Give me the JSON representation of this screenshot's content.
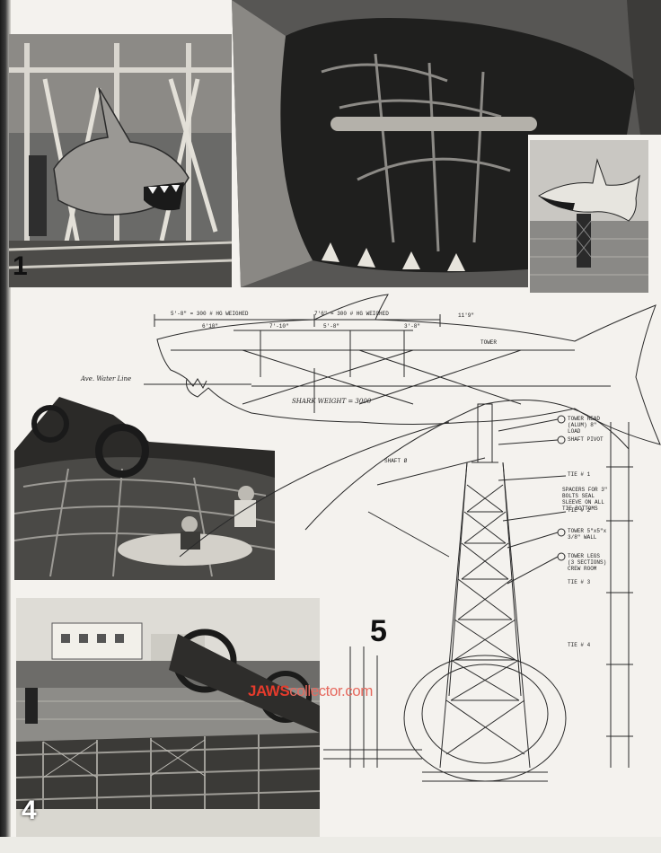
{
  "figures": {
    "fig1": {
      "number": "1"
    },
    "fig4": {
      "number": "4"
    },
    "fig5": {
      "number": "5"
    }
  },
  "blueprint": {
    "labels": {
      "weight_left": "5'-8\" = 300 # HG WEIGHED",
      "weight_mid": "7'6\" = 300 # HG WEIGHED",
      "dim_a": "6'10\"",
      "dim_b": "7'-10\"",
      "dim_c": "5'-8\"",
      "dim_d": "3'-8\"",
      "dim_e": "11'9\"",
      "water_line": "Ave. Water Line",
      "shark_weight": "SHARK WEIGHT = 3000",
      "tower_label": "TOWER",
      "shaft_label": "SHAFT Ø",
      "tie1": "TIE # 1",
      "tie2": "TIE # 2",
      "tie3": "TIE # 3",
      "tie4": "TIE # 4",
      "note1": "TOWER HEAD (ALUM) 8\" LOAD",
      "note2": "SHAFT PIVOT",
      "note3": "SPACERS FOR 3\" BOLTS SEAL SLEEVE ON ALL TIE BOTTOMS",
      "note4": "TOWER 5\"x5\"x 3/8\" WALL",
      "note5": "TOWER LEGS (3 SECTIONS) CREW ROOM"
    }
  },
  "watermark": {
    "brand": "JAWS",
    "suffix": "collector.com"
  }
}
